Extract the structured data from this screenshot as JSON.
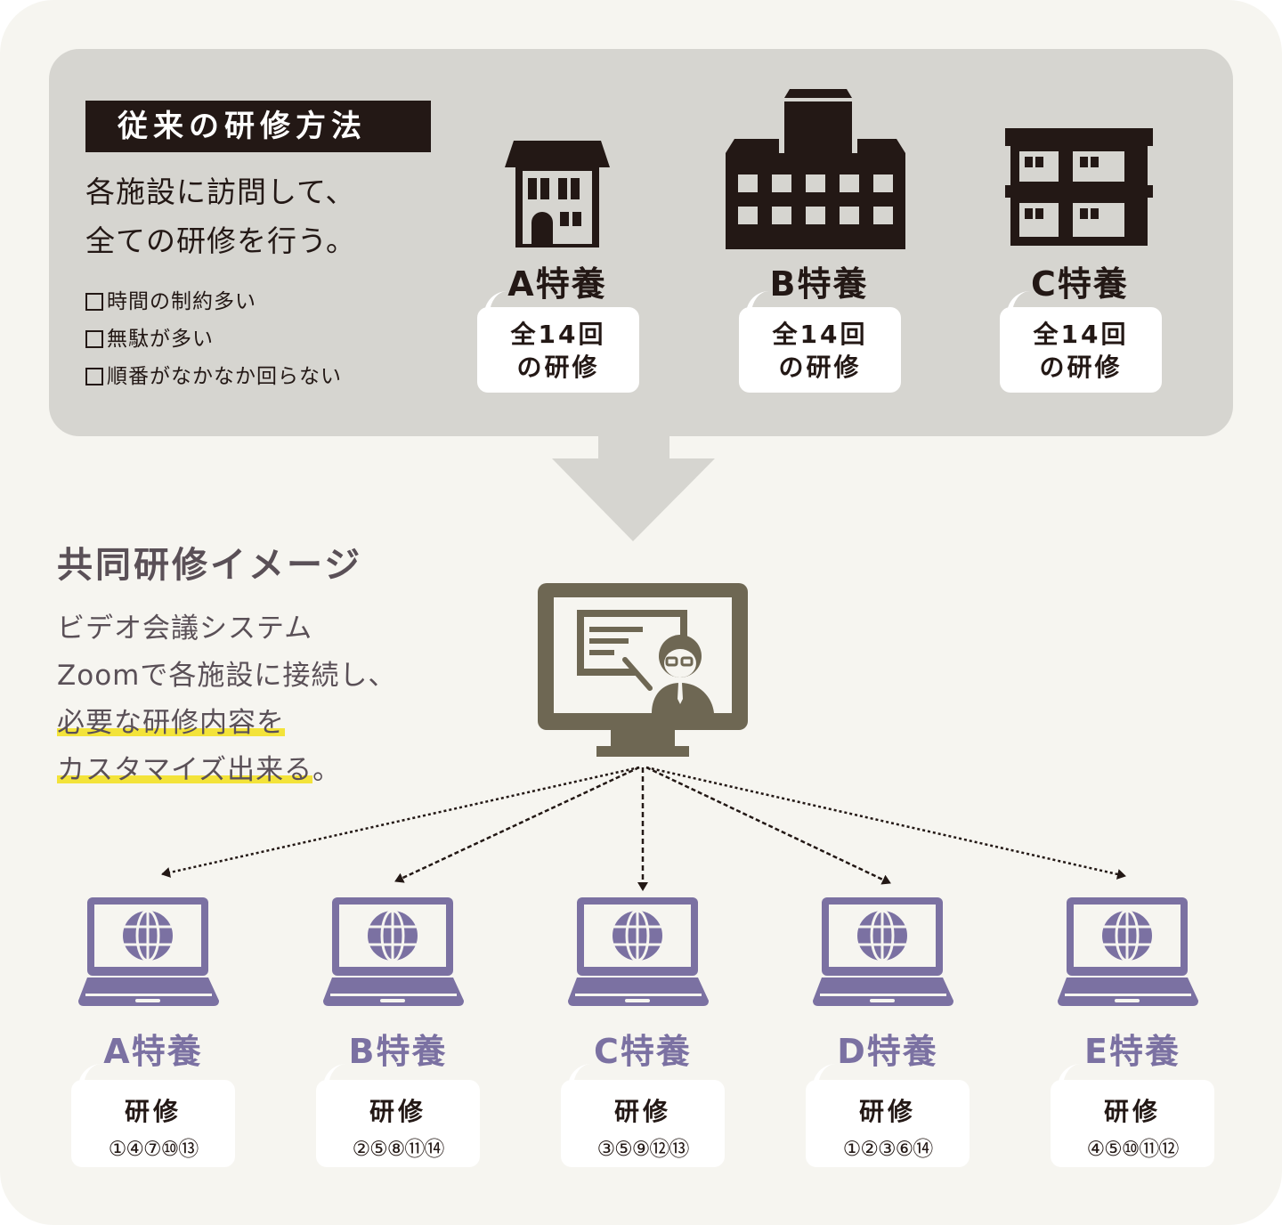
{
  "colors": {
    "page_bg": "#f6f5f0",
    "panel_bg": "#d6d5d0",
    "dark": "#231815",
    "monitor": "#6e6753",
    "laptop": "#7b71a2",
    "highlight": "#f3e33a",
    "text_gray": "#5a5057"
  },
  "conventional": {
    "title": "従来の研修方法",
    "lead_lines": [
      "各施設に訪問して、",
      "全ての研修を行う。"
    ],
    "issues": [
      {
        "checkbox_icon": "checkbox-icon",
        "label": "時間の制約多い"
      },
      {
        "checkbox_icon": "checkbox-icon",
        "label": "無駄が多い"
      },
      {
        "checkbox_icon": "checkbox-icon",
        "label": "順番がなかなか回らない"
      }
    ],
    "facilities": [
      {
        "name": "A特養",
        "icon": "house-building-icon",
        "bubble_line1": "全14回",
        "bubble_line2": "の研修"
      },
      {
        "name": "B特養",
        "icon": "school-building-icon",
        "bubble_line1": "全14回",
        "bubble_line2": "の研修"
      },
      {
        "name": "C特養",
        "icon": "apartment-building-icon",
        "bubble_line1": "全14回",
        "bubble_line2": "の研修"
      }
    ]
  },
  "arrow_icon": "down-arrow-icon",
  "joint": {
    "title": "共同研修イメージ",
    "desc_lines": [
      "ビデオ会議システム",
      "Zoomで各施設に接続し、"
    ],
    "desc_highlight_lines": [
      "必要な研修内容を",
      "カスタマイズ出来る"
    ],
    "desc_tail": "。",
    "center_icon": "monitor-presenter-icon",
    "sites": [
      {
        "name": "A特養",
        "icon": "laptop-globe-icon",
        "label": "研修",
        "sessions": "①④⑦⑩⑬"
      },
      {
        "name": "B特養",
        "icon": "laptop-globe-icon",
        "label": "研修",
        "sessions": "②⑤⑧⑪⑭"
      },
      {
        "name": "C特養",
        "icon": "laptop-globe-icon",
        "label": "研修",
        "sessions": "③⑤⑨⑫⑬"
      },
      {
        "name": "D特養",
        "icon": "laptop-globe-icon",
        "label": "研修",
        "sessions": "①②③⑥⑭"
      },
      {
        "name": "E特養",
        "icon": "laptop-globe-icon",
        "label": "研修",
        "sessions": "④⑤⑩⑪⑫"
      }
    ]
  }
}
